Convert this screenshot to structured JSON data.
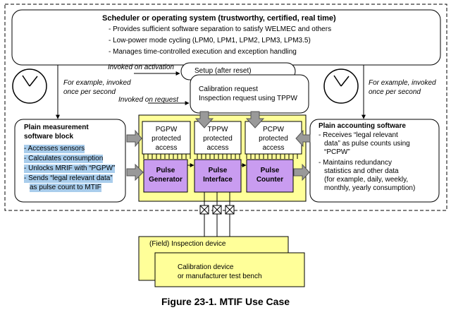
{
  "scheduler": {
    "title": "Scheduler or operating system (trustworthy, certified, real time)",
    "items": [
      "- Provides sufficient software separation to satisfy WELMEC and others",
      "- Low-power mode cycling (LPM0, LPM1, LPM2, LPM3, LPM3.5)",
      "- Manages time-controlled execution and exception handling"
    ]
  },
  "left_note": [
    "For example, invoked",
    "once per second"
  ],
  "right_note": [
    "For example, invoked",
    "once per second"
  ],
  "invoked_activation": "Invoked on activation",
  "invoked_request": "Invoked on request",
  "setup": "Setup (after reset)",
  "calibration": [
    "Calibration request",
    "Inspection request using TPPW"
  ],
  "measurement": {
    "title": [
      "Plain measurement",
      "software block"
    ],
    "items": [
      "- Accesses sensors",
      "- Calculates consumption",
      "- Unlocks MRIF with “PGPW”",
      "- Sends “legal relevant data”",
      "as pulse count to MTIF"
    ]
  },
  "accounting": {
    "title": "Plain accounting software",
    "items": [
      "- Receives “legal relevant",
      "data” as pulse counts using",
      "“PCPW”",
      "- Maintains redundancy",
      "statistics and other data",
      "(for example, daily, weekly,",
      "monthly, yearly consumption)"
    ]
  },
  "pgpw": [
    "PGPW",
    "protected",
    "access"
  ],
  "tppw": [
    "TPPW",
    "protected",
    "access"
  ],
  "pcpw": [
    "PCPW",
    "protected",
    "access"
  ],
  "pulse_generator": [
    "Pulse",
    "Generator"
  ],
  "pulse_interface": [
    "Pulse",
    "Interface"
  ],
  "pulse_counter": [
    "Pulse",
    "Counter"
  ],
  "field_device": "(Field) Inspection device",
  "calib_device": [
    "Calibration device",
    "or manufacturer test bench"
  ],
  "caption": "Figure 23-1. MTIF Use Case",
  "colors": {
    "purple": "#c99cf0",
    "yellow": "#ffff99",
    "highlight": "#a9cdec",
    "arrow_gray": "#999999"
  }
}
